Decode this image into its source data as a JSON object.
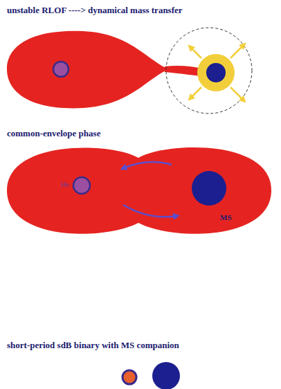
{
  "diagram": {
    "labels": [
      "unstable RLOF ----> dynamical mass transfer",
      "common-envelope phase",
      "He",
      "MS",
      "short-period sdB binary with MS companion"
    ]
  }
}
